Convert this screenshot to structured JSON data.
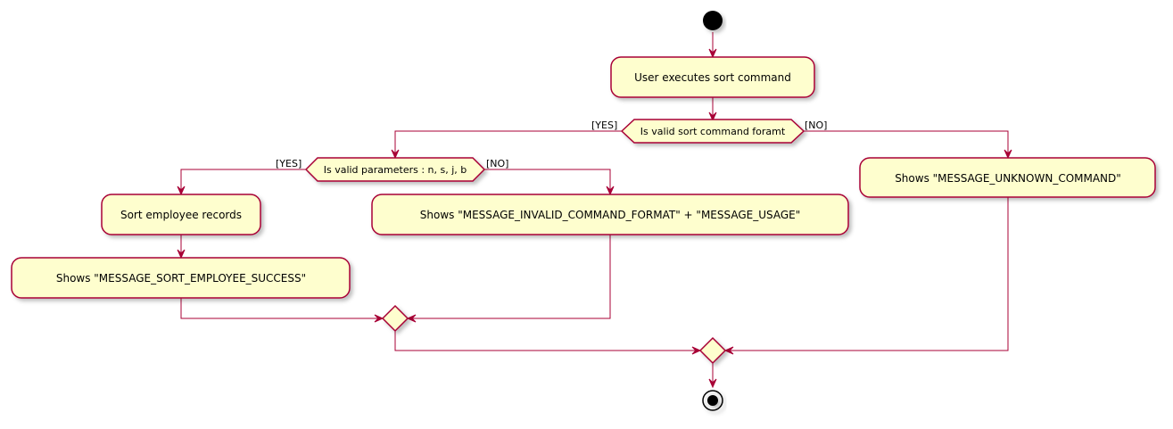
{
  "colors": {
    "node_fill": "#FEFECE",
    "border": "#A80036",
    "start_fill": "#000000",
    "shadow": "#d4d4d4"
  },
  "nodes": {
    "start": {
      "type": "start"
    },
    "user_executes": {
      "type": "action",
      "label": "User executes sort command"
    },
    "decision_format": {
      "type": "decision",
      "label": "Is valid sort command foramt",
      "yes_guard": "[YES]",
      "no_guard": "[NO]"
    },
    "decision_params": {
      "type": "decision",
      "label": "Is valid parameters : n, s, j, b",
      "yes_guard": "[YES]",
      "no_guard": "[NO]"
    },
    "sort_records": {
      "type": "action",
      "label": "Sort employee records"
    },
    "shows_success": {
      "type": "action",
      "label": "Shows \"MESSAGE_SORT_EMPLOYEE_SUCCESS\""
    },
    "shows_invalid_format": {
      "type": "action",
      "label": "Shows \"MESSAGE_INVALID_COMMAND_FORMAT\" + \"MESSAGE_USAGE\""
    },
    "shows_unknown": {
      "type": "action",
      "label": "Shows \"MESSAGE_UNKNOWN_COMMAND\""
    },
    "merge_inner": {
      "type": "merge"
    },
    "merge_outer": {
      "type": "merge"
    },
    "end": {
      "type": "end"
    }
  }
}
